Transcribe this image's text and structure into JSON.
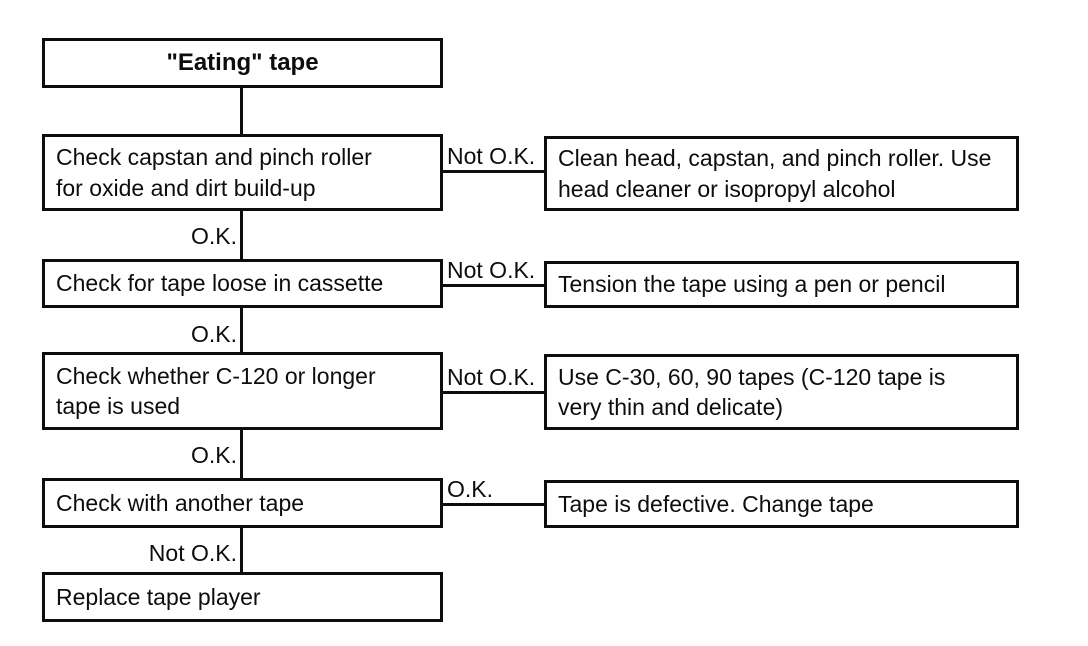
{
  "flowchart": {
    "start": {
      "text": "\"Eating\" tape"
    },
    "steps": [
      {
        "text": "Check capstan and pinch roller for oxide and dirt build-up"
      },
      {
        "text": "Check for tape loose in cassette"
      },
      {
        "text": "Check whether C-120 or longer tape is used"
      },
      {
        "text": "Check with another tape"
      },
      {
        "text": "Replace tape player"
      }
    ],
    "remedies": [
      {
        "text": "Clean head, capstan, and pinch roller. Use head cleaner or isopropyl alcohol"
      },
      {
        "text": "Tension the tape using a pen or pencil"
      },
      {
        "text": "Use C-30, 60, 90 tapes (C-120 tape is very thin and delicate)"
      },
      {
        "text": "Tape is defective. Change tape"
      }
    ],
    "edge_labels": {
      "vertical": [
        "O.K.",
        "O.K.",
        "O.K.",
        "Not O.K."
      ],
      "horizontal": [
        "Not O.K.",
        "Not O.K.",
        "Not O.K.",
        "O.K."
      ]
    },
    "colors": {
      "ink": "#0d0d0d",
      "background": "#ffffff"
    }
  }
}
